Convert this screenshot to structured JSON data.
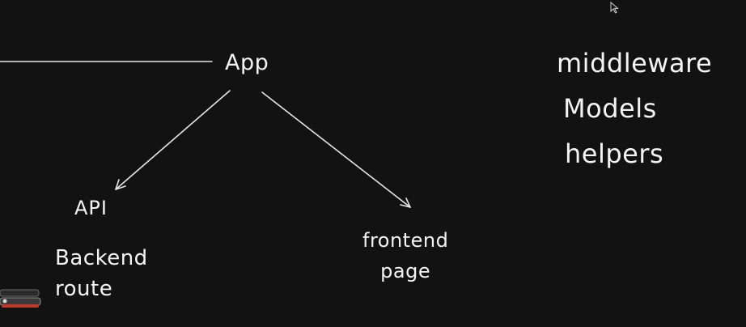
{
  "diagram": {
    "nodes": {
      "app": "App",
      "api": "API",
      "backend_line1": "Backend",
      "backend_line2": "route",
      "frontend_line1": "frontend",
      "frontend_line2": "page"
    },
    "side_list": [
      "middleware",
      "Models",
      "helpers"
    ],
    "colors": {
      "background": "#121212",
      "stroke": "#e6e6e6",
      "text": "#f4f4f4"
    }
  }
}
